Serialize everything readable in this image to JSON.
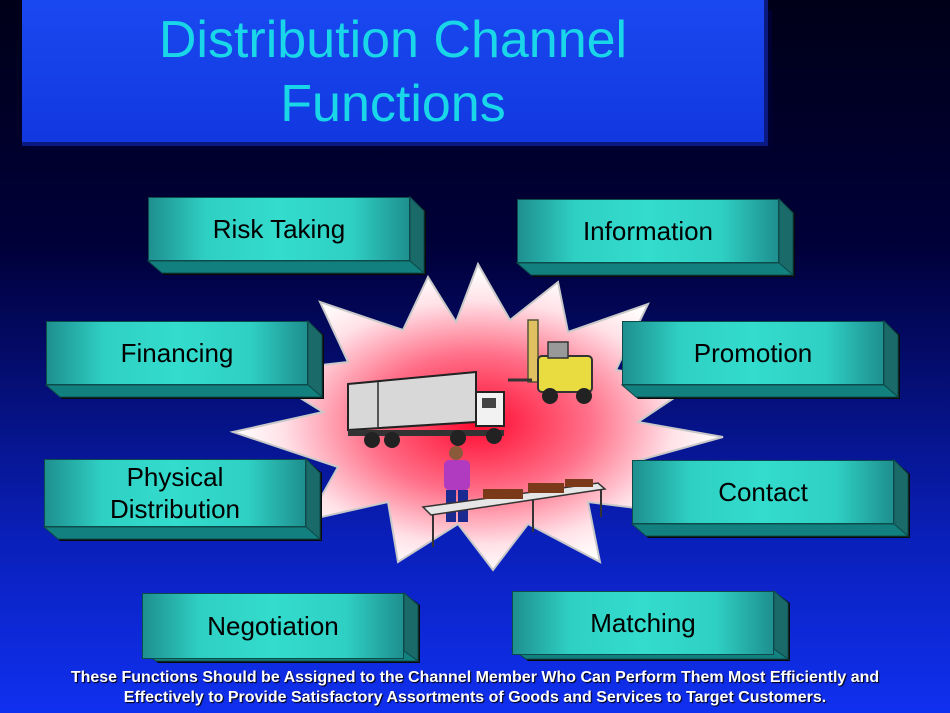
{
  "title": "Distribution Channel Functions",
  "functions": {
    "risk_taking": "Risk Taking",
    "information": "Information",
    "financing": "Financing",
    "promotion": "Promotion",
    "physical_distribution_line1": "Physical",
    "physical_distribution_line2": "Distribution",
    "contact": "Contact",
    "negotiation": "Negotiation",
    "matching": "Matching"
  },
  "footer": {
    "line1": "These Functions Should be Assigned to the Channel Member Who Can Perform Them Most Efficiently and",
    "line2": "Effectively to Provide Satisfactory Assortments of Goods and Services to Target Customers."
  },
  "colors": {
    "title_text": "#19d6e8",
    "title_box": "#1238e0",
    "box_face": "#33dccd",
    "burst_center": "#ff1a3a"
  },
  "icons": [
    "starburst",
    "truck-icon",
    "forklift-icon",
    "worker-icon",
    "conveyor-table-icon"
  ]
}
